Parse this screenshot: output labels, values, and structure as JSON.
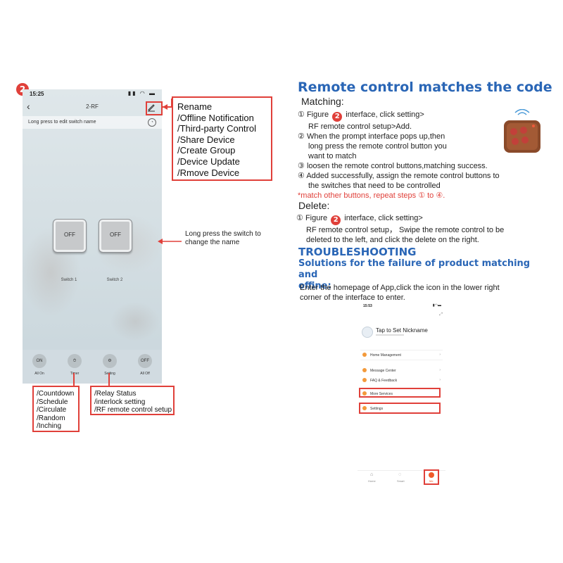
{
  "figure_badge": "2",
  "phone": {
    "status_time": "15:25",
    "nav_title": "2-RF",
    "hint": "Long press to edit switch name",
    "switches": [
      {
        "label": "OFF",
        "name": "Switch 1"
      },
      {
        "label": "OFF",
        "name": "Switch 2"
      }
    ],
    "bottom_buttons": [
      {
        "icon_text": "ON",
        "label": "All On"
      },
      {
        "icon_text": "⏱",
        "label": "Timer"
      },
      {
        "icon_text": "⚙",
        "label": "Setting"
      },
      {
        "icon_text": "OFF",
        "label": "All Off"
      }
    ]
  },
  "callouts": {
    "settings_menu": [
      "Rename",
      "/Offline Notification",
      "/Third-party Control",
      "/Share Device",
      "/Create Group",
      "/Device Update",
      "/Rmove Device"
    ],
    "long_press": "Long press the switch to change the name",
    "timer_menu": [
      "/Countdown",
      "/Schedule",
      "/Circulate",
      "/Random",
      "/Inching"
    ],
    "setting_menu": [
      "/Relay Status",
      "/interlock setting",
      "/RF remote control setup"
    ]
  },
  "right": {
    "title": "Remote control matches the code",
    "matching_label": "Matching:",
    "matching_steps": [
      {
        "num": "①",
        "pre": "Figure",
        "post": "interface, click setting>",
        "cont": [
          "RF remote control setup>Add."
        ]
      },
      {
        "num": "②",
        "text": "When the prompt interface pops up,then",
        "cont": [
          "long press the remote control button you",
          "want to match"
        ]
      },
      {
        "num": "③",
        "text": "loosen the remote control buttons,matching success."
      },
      {
        "num": "④",
        "text": "Added successfully, assign the remote control buttons to",
        "cont": [
          "the switches that need to be controlled"
        ]
      }
    ],
    "red_note": "*match other buttons, repeat steps ① to ④.",
    "delete_label": "Delete:",
    "delete_step": {
      "num": "①",
      "pre": "Figure",
      "post": "interface, click setting>",
      "cont": [
        "RF remote control setup， Swipe the remote control to be",
        "deleted to the left, and click the delete on the right."
      ]
    },
    "troubleshooting": "TROUBLESHOOTING",
    "solutions": [
      "Solutions for the failure of product matching and",
      "offine:"
    ],
    "enter_text": [
      "Enter the homepage of App,click the icon in the lower right",
      "corner of the interface to enter."
    ]
  },
  "phone2": {
    "status_time": "15:53",
    "nickname": "Tap to Set Nickname",
    "rows": [
      "Home Management",
      "Message Center",
      "FAQ & Feedback",
      "More Services",
      "Settings"
    ],
    "tabs": [
      "Home",
      "Smart",
      "Me"
    ]
  },
  "colors": {
    "accent_red": "#e0403a",
    "title_blue": "#2a66b6"
  }
}
